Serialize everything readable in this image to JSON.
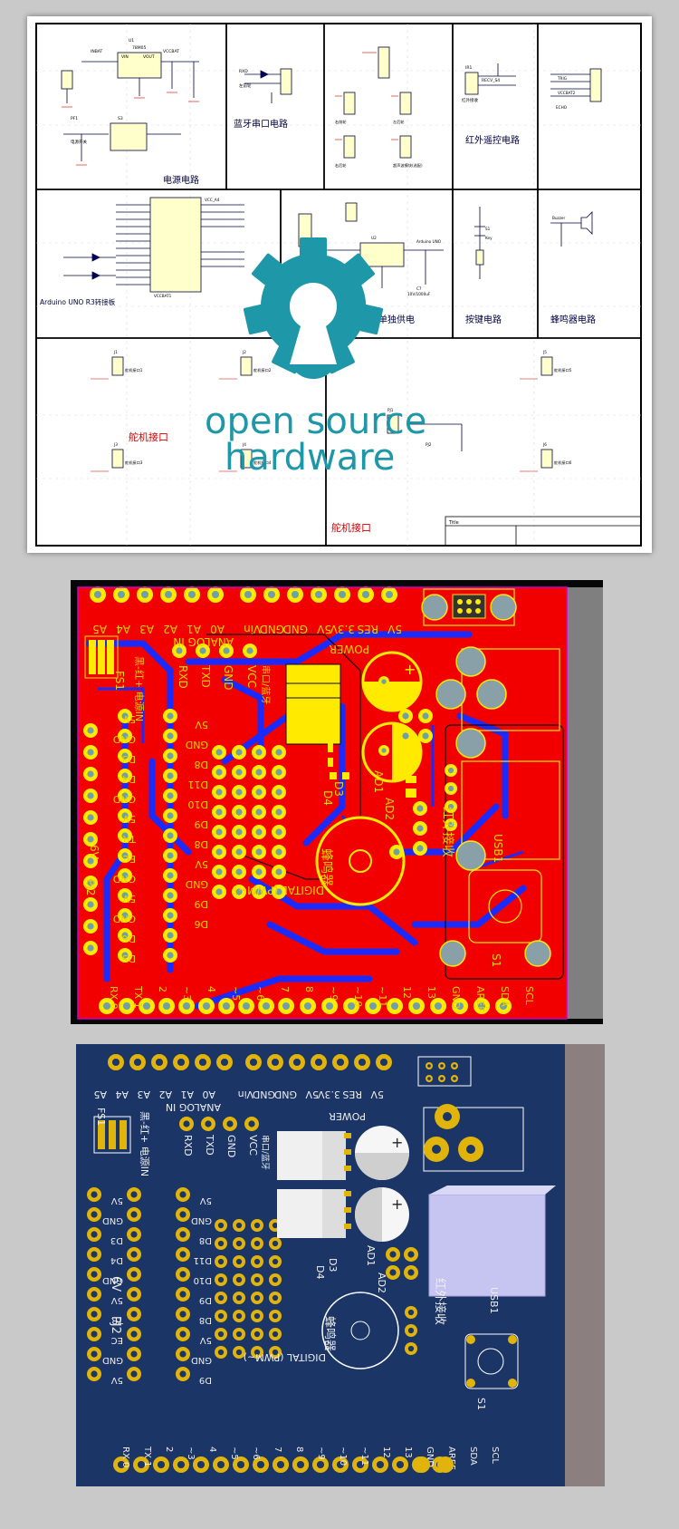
{
  "schematic": {
    "blocks": [
      {
        "id": "power",
        "label": "电源电路"
      },
      {
        "id": "bluetooth",
        "label": "蓝牙串口电路"
      },
      {
        "id": "ir",
        "label": "红外遥控电路"
      },
      {
        "id": "arduino",
        "label": "Arduino UNO R3转接板"
      },
      {
        "id": "mcu_power",
        "label": "机单独供电"
      },
      {
        "id": "button",
        "label": "按键电路"
      },
      {
        "id": "buzzer",
        "label": "蜂鸣器电路"
      },
      {
        "id": "servo_left",
        "label": "舵机接口"
      },
      {
        "id": "servo_right",
        "label": "舵机接口"
      }
    ],
    "small_labels": [
      "VIN",
      "VOUT",
      "GND",
      "U1",
      "78M05",
      "VCCBAT",
      "INBAT",
      "PF1",
      "电源开关",
      "S3",
      "IR1",
      "RECV_S4",
      "红外接收",
      "TXD",
      "RXD",
      "左前轮",
      "右前轮",
      "左后轮",
      "右后轮",
      "超声波模块(选配)",
      "ECHO",
      "TRIG",
      "VCCBAT2",
      "VCC_A4",
      "U2",
      "VCCBAT1",
      "Arduino UNO",
      "S1",
      "Key",
      "Buzzer",
      "舵机接口1",
      "舵机接口2",
      "舵机接口3",
      "舵机接口4",
      "舵机接口5",
      "舵机接口6",
      "J1",
      "J2",
      "J3",
      "J4",
      "J5",
      "J6",
      "PJ1",
      "PJ2",
      "C7",
      "10V/1000uF",
      "Title"
    ]
  },
  "logo": {
    "line1": "open source",
    "line2": "hardware",
    "color": "#1e97a8"
  },
  "pcb_top": {
    "colors": {
      "copper": "#f20000",
      "trace": "#1a2bff",
      "pad": "#ffea00",
      "silk": "#e6d300",
      "bg": "#060606"
    },
    "labels": {
      "analog_pins": [
        "A5",
        "A4",
        "A3",
        "A2",
        "A1",
        "A0"
      ],
      "power_pins": [
        "Vin",
        "GND",
        "GND",
        "5V",
        "3.3V",
        "RES",
        "5V"
      ],
      "analog_in": "ANALOG IN",
      "power": "POWER",
      "fs1": "FS1",
      "batt": "黑-红+ 电源IN",
      "rxd": "RXD",
      "txd": "TXD",
      "gnd": "GND",
      "vcc": "VCC",
      "bt": "串口/蓝牙",
      "left_pins": [
        "5V",
        "GND",
        "D3",
        "D4",
        "GND",
        "5V",
        "TR",
        "EC",
        "GND",
        "5V",
        "GND",
        "D6",
        "D5"
      ],
      "right_pins": [
        "5V",
        "GND",
        "D8",
        "D11",
        "D10",
        "D9",
        "D8",
        "5V",
        "GND",
        "D9",
        "D6"
      ],
      "pj2": "PJ2",
      "v6": "6V",
      "ad1": "AD1",
      "ad2": "AD2",
      "d3": "D3",
      "d4": "D4",
      "buzzer": "蜂鸣器",
      "ir": "红外接收",
      "usb": "USB1",
      "s1": "S1",
      "digital": "DIGITAL (PWM~)",
      "bottom_pins": [
        "RX 0",
        "TX 1",
        "2",
        "~3",
        "4",
        "~5",
        "~6",
        "7",
        "8",
        "~9",
        "~10",
        "~11",
        "12",
        "13",
        "GND",
        "AREF",
        "SDA",
        "SCL"
      ]
    }
  },
  "pcb_bottom": {
    "colors": {
      "board": "#1a3566",
      "pad": "#e0b40a",
      "silk": "#eeeeee",
      "usb": "#c6c4f0",
      "edge": "#8c7f7f"
    }
  }
}
